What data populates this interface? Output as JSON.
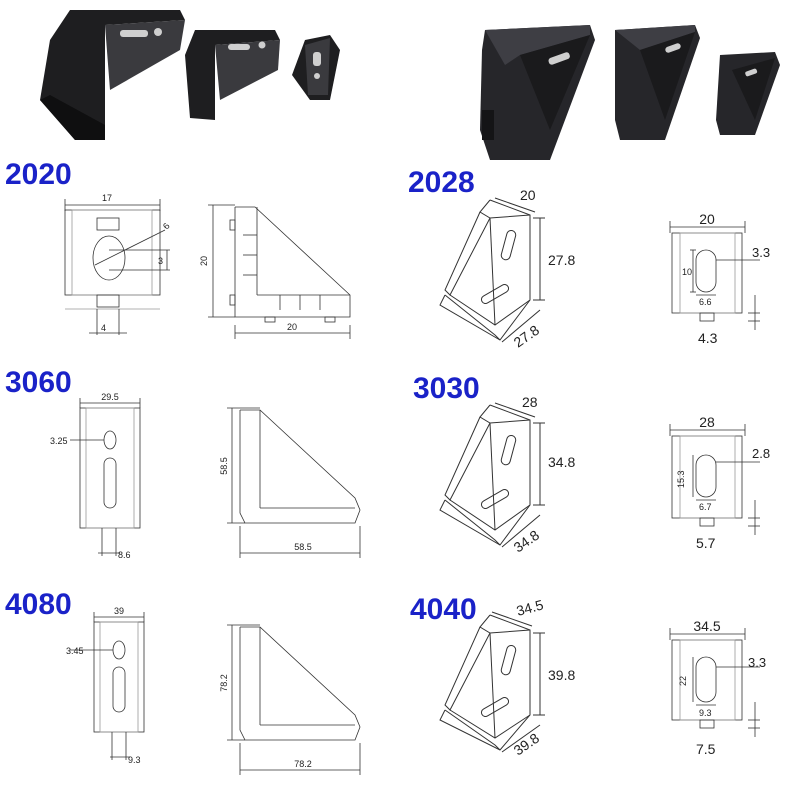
{
  "colors": {
    "model_label": "#1a22c8",
    "line": "#333333",
    "bracket": "#1c1c1e"
  },
  "photos": {
    "left": "photo-black-brackets-set-1",
    "right": "photo-black-brackets-set-2"
  },
  "models": {
    "m2020": {
      "label": "2020",
      "front": {
        "width": "17",
        "hole_diameter": "6",
        "hole_offset": "3",
        "tab": "4"
      },
      "side": {
        "height": "20",
        "base": "20"
      }
    },
    "m3060": {
      "label": "3060",
      "front": {
        "width": "29.5",
        "hole_offset": "3.25",
        "tab": "8.6"
      },
      "side": {
        "height": "58.5",
        "base": "58.5"
      }
    },
    "m4080": {
      "label": "4080",
      "front": {
        "width": "39",
        "hole_offset": "3.45",
        "tab": "9.3"
      },
      "side": {
        "height": "78.2",
        "base": "78.2"
      }
    },
    "m2028": {
      "label": "2028",
      "iso": {
        "top": "20",
        "height": "27.8",
        "base": "27.8"
      },
      "front": {
        "width": "20",
        "offset": "3.3",
        "slot_len": "10",
        "slot_w": "6.6",
        "tab": "4.3"
      }
    },
    "m3030": {
      "label": "3030",
      "iso": {
        "top": "28",
        "height": "34.8",
        "base": "34.8"
      },
      "front": {
        "width": "28",
        "offset": "2.8",
        "slot_len": "15.3",
        "slot_w": "6.7",
        "tab": "5.7"
      }
    },
    "m4040": {
      "label": "4040",
      "iso": {
        "top": "34.5",
        "height": "39.8",
        "base": "39.8"
      },
      "front": {
        "width": "34.5",
        "offset": "3.3",
        "slot_len": "22",
        "slot_w": "9.3",
        "tab": "7.5"
      }
    }
  }
}
